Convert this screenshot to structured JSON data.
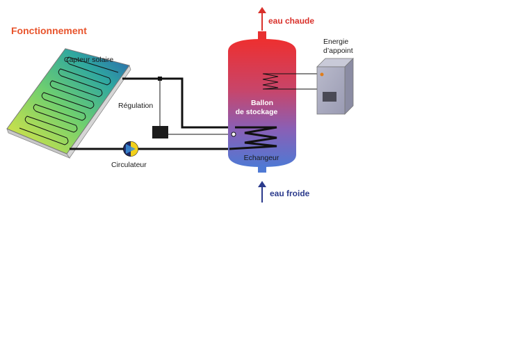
{
  "title": "Fonctionnement",
  "labels": {
    "capteur": "Capteur solaire",
    "regulation": "Régulation",
    "circulateur": "Circulateur",
    "ballon_line1": "Ballon",
    "ballon_line2": "de stockage",
    "echangeur": "Echangeur",
    "eau_chaude": "eau chaude",
    "eau_froide": "eau froide",
    "energie_line1": "Energie",
    "energie_line2": "d’appoint"
  },
  "colors": {
    "title": "#e8532b",
    "hot": "#d9302a",
    "cold": "#2b3a8c",
    "tank_top": "#ee2f2f",
    "tank_bottom": "#4f79d4",
    "panel_dark": "#2a5fb0",
    "panel_mid": "#3bbf8f",
    "panel_light": "#e9e640",
    "box": "#a9aabf",
    "indicator": "#e07d1a"
  }
}
